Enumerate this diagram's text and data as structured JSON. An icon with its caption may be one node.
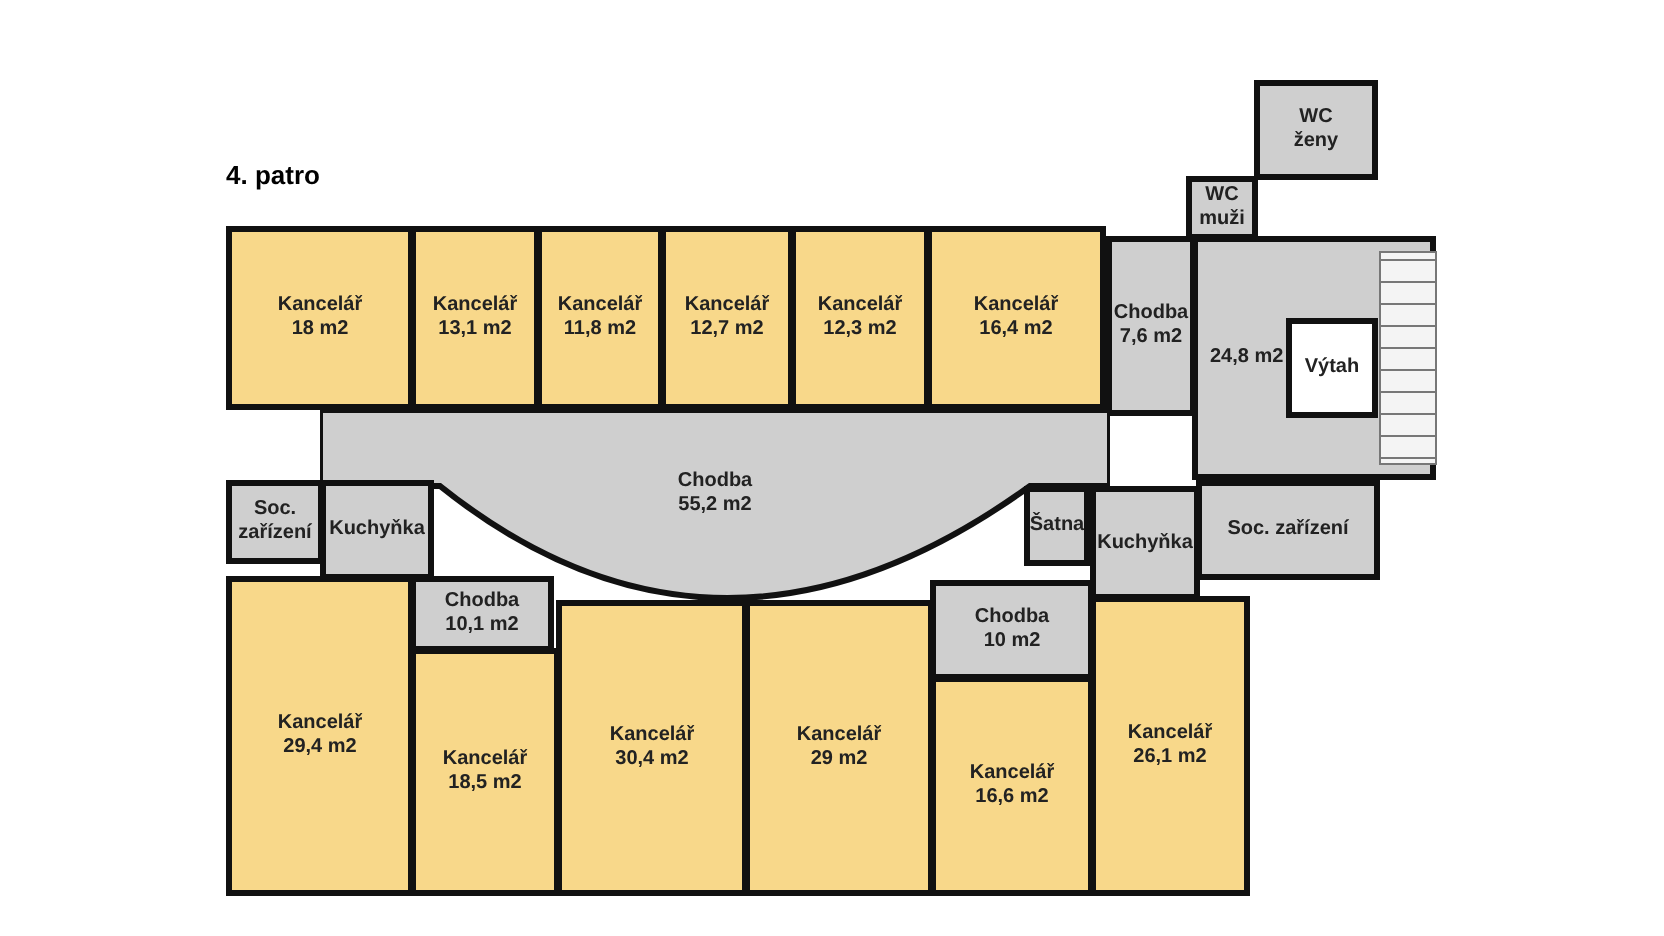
{
  "diagram": {
    "title": "4. patro",
    "nodes": [
      {
        "text": [
          "WC",
          "ženy"
        ]
      },
      {
        "text": [
          "WC",
          "muži"
        ]
      },
      {
        "text": [
          "Kancelář",
          "18 m2"
        ]
      },
      {
        "text": [
          "Kancelář",
          "13,1 m2"
        ]
      },
      {
        "text": [
          "Kancelář",
          "11,8 m2"
        ]
      },
      {
        "text": [
          "Kancelář",
          "12,7 m2"
        ]
      },
      {
        "text": [
          "Kancelář",
          "12,3 m2"
        ]
      },
      {
        "text": [
          "Kancelář",
          "16,4 m2"
        ]
      },
      {
        "text": [
          "Chodba",
          "7,6 m2"
        ]
      },
      {
        "text": [
          "24,8 m2"
        ]
      },
      {
        "text": [
          "Výtah"
        ],
        "in": 9
      },
      {
        "text": [
          "Chodba",
          "55,2 m2"
        ]
      },
      {
        "text": [
          "Soc. zařízení"
        ]
      },
      {
        "text": [
          "Kuchyňka"
        ]
      },
      {
        "text": [
          "Šatna"
        ]
      },
      {
        "text": [
          "Chodba",
          "10,1 m2"
        ]
      },
      {
        "text": [
          "Chodba",
          "10 m2"
        ]
      },
      {
        "text": [
          "Kuchyňka"
        ]
      },
      {
        "text": [
          "Soc. zařízení"
        ]
      },
      {
        "text": [
          "Kancelář",
          "29,4 m2"
        ]
      },
      {
        "text": [
          "Kancelář",
          "18,5 m2"
        ]
      },
      {
        "text": [
          "Kancelář",
          "30,4 m2"
        ]
      },
      {
        "text": [
          "Kancelář",
          "29 m2"
        ]
      },
      {
        "text": [
          "Kancelář",
          "16,6 m2"
        ]
      },
      {
        "text": [
          "Kancelář",
          "26,1 m2"
        ]
      }
    ]
  }
}
